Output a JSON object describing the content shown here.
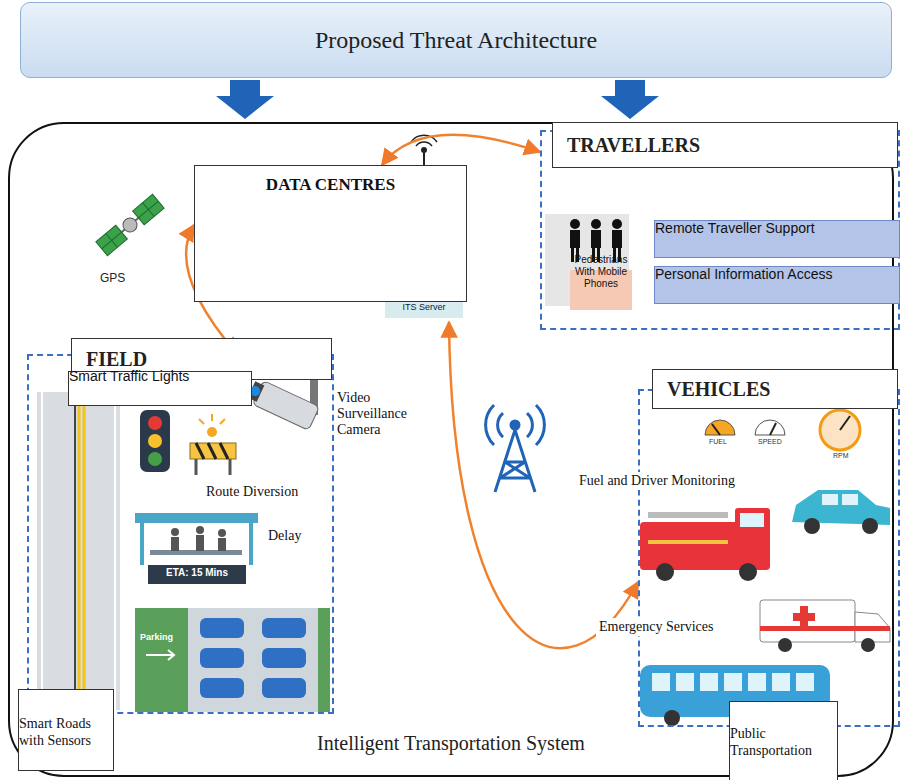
{
  "diagram": {
    "title": "Proposed Threat Architecture",
    "nodes": [
      {
        "text": [
          "Intelligent Transportation System"
        ]
      },
      {
        "text": [
          "DATA CENTRES"
        ],
        "in": 0
      },
      {
        "text": [
          "TRAVELLERS"
        ],
        "in": 0
      },
      {
        "text": [
          "Pedestrians With Mobile Phones"
        ],
        "in": 2
      },
      {
        "text": [
          "Remote Traveller Support"
        ],
        "in": 2
      },
      {
        "text": [
          "Personal Information Access"
        ],
        "in": 2
      },
      {
        "text": [
          "FIELD"
        ],
        "in": 0
      },
      {
        "text": [
          "Smart Traffic Lights"
        ],
        "in": 6
      },
      {
        "text": [
          "Smart Roads with Sensors"
        ],
        "in": 6
      },
      {
        "text": [
          "VEHICLES"
        ],
        "in": 0
      },
      {
        "text": [
          "Public Transportation"
        ],
        "in": 9
      }
    ],
    "edges": [
      {
        "from": 1,
        "to": 2,
        "arrow": "both"
      },
      {
        "from": 1,
        "to": 6,
        "arrow": "both"
      },
      {
        "from": 9,
        "to": 1,
        "arrow": "both"
      }
    ],
    "labels": [
      "GPS",
      "ITS Server",
      "Video Surveillance Camera",
      "Route Diversion",
      "Delay",
      "ETA: 15 Mins",
      "Parking",
      "FUEL",
      "SPEED",
      "RPM",
      "Fuel and Driver Monitoring",
      "Emergency Services"
    ]
  }
}
